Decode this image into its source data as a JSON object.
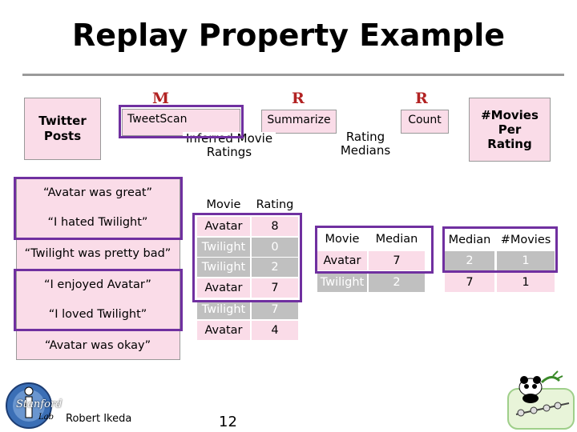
{
  "title": "Replay Property Example",
  "twitter_note": "Twitter Posts",
  "stages": {
    "m_letter": "M",
    "r1_letter": "R",
    "r2_letter": "R",
    "tweetscan": "TweetScan",
    "summarize": "Summarize",
    "count": "Count",
    "inferred": "Inferred Movie Ratings",
    "rating_medians": "Rating Medians",
    "movies_per_rating": "#Movies Per Rating"
  },
  "posts": [
    "“Avatar was great”",
    "“I hated Twilight”",
    "“Twilight was pretty bad”",
    "“I enjoyed Avatar”",
    "“I loved Twilight”",
    "“Avatar was okay”"
  ],
  "ratings_table": {
    "headers": [
      "Movie",
      "Rating"
    ],
    "rows": [
      [
        "Avatar",
        "8"
      ],
      [
        "Twilight",
        "0"
      ],
      [
        "Twilight",
        "2"
      ],
      [
        "Avatar",
        "7"
      ],
      [
        "Twilight",
        "7"
      ],
      [
        "Avatar",
        "4"
      ]
    ]
  },
  "medians_table": {
    "headers": [
      "Movie",
      "Median"
    ],
    "rows": [
      [
        "Avatar",
        "7"
      ],
      [
        "Twilight",
        "2"
      ]
    ]
  },
  "counts_table": {
    "headers": [
      "Median",
      "#Movies"
    ],
    "rows": [
      [
        "2",
        "1"
      ],
      [
        "7",
        "1"
      ]
    ]
  },
  "footer": {
    "logo_text": "Stanford",
    "logo_sub": "Lab",
    "author": "Robert Ikeda",
    "page": "12"
  },
  "colors": {
    "highlight": "#7030a0",
    "note_pink": "#fadce8",
    "letter_red": "#b22222"
  }
}
